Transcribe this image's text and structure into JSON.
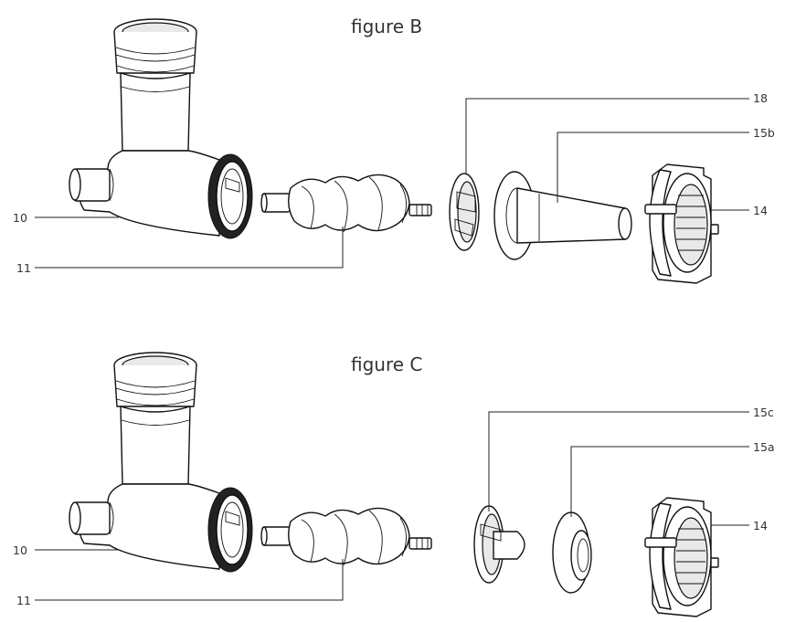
{
  "figures": [
    {
      "title": "figure B",
      "labels": {
        "housing": "10",
        "auger": "11",
        "part_18": "18",
        "part_15b": "15b",
        "ring": "14"
      }
    },
    {
      "title": "figure C",
      "labels": {
        "housing": "10",
        "auger": "11",
        "part_15c": "15c",
        "part_15a": "15a",
        "ring": "14"
      }
    }
  ]
}
